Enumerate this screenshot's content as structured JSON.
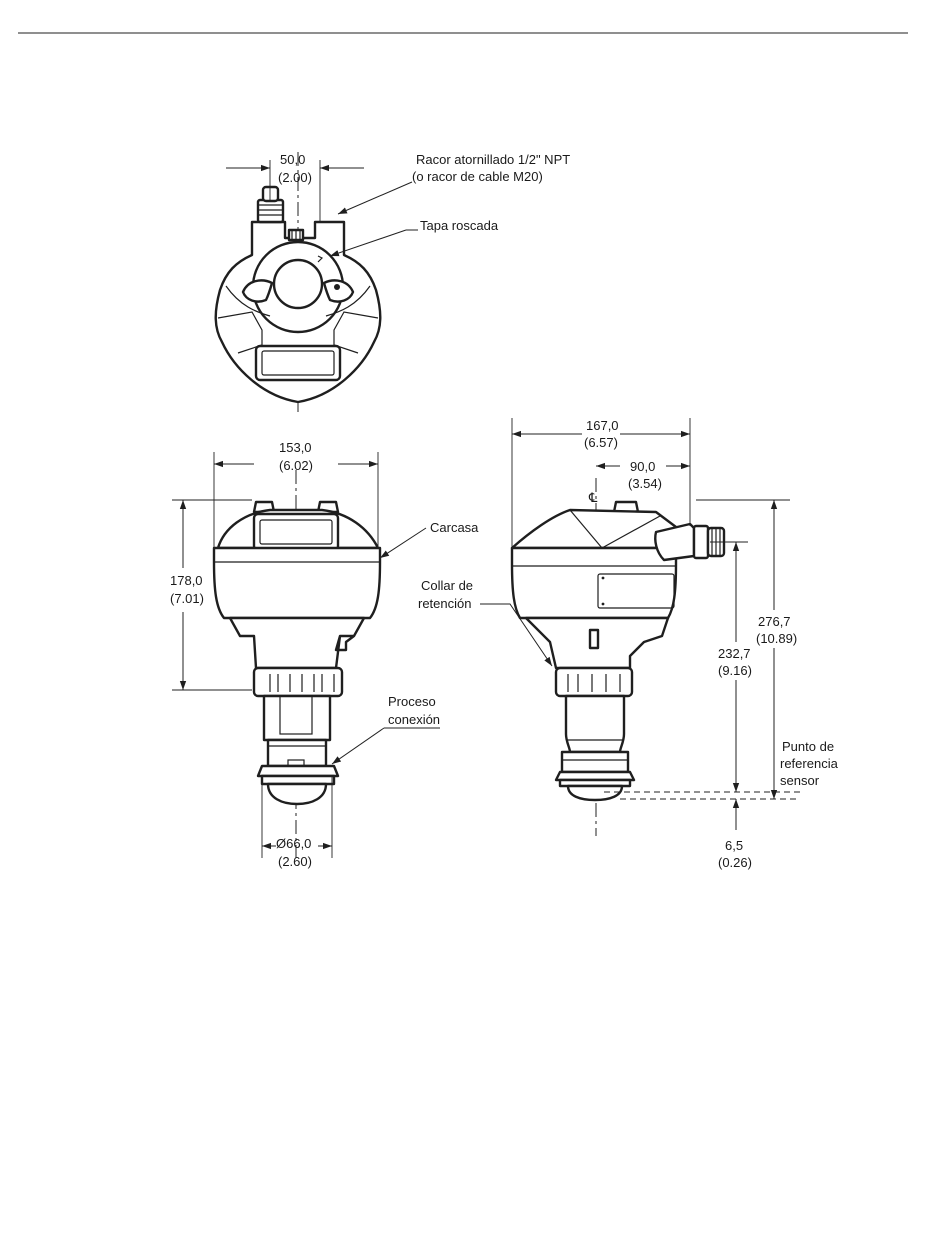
{
  "top_view": {
    "dim_width": "50,0",
    "dim_width_in": "(2.00)",
    "callout_fitting_line1": "Racor atornillado 1/2\" NPT",
    "callout_fitting_line2": "(o racor de cable M20)",
    "callout_lid": "Tapa roscada"
  },
  "front_view": {
    "dim_width": "153,0",
    "dim_width_in": "(6.02)",
    "dim_height": "178,0",
    "dim_height_in": "(7.01)",
    "callout_housing": "Carcasa",
    "callout_process_line1": "Proceso",
    "callout_process_line2": "conexión",
    "dim_diameter": "Ø66,0",
    "dim_diameter_in": "(2.60)"
  },
  "side_view": {
    "dim_width": "167,0",
    "dim_width_in": "(6.57)",
    "dim_offset": "90,0",
    "dim_offset_in": "(3.54)",
    "centerline_symbol": "℄",
    "callout_collar_line1": "Collar de",
    "callout_collar_line2": "retención",
    "dim_total_height": "276,7",
    "dim_total_height_in": "(10.89)",
    "dim_height": "232,7",
    "dim_height_in": "(9.16)",
    "callout_ref_line1": "Punto de",
    "callout_ref_line2": "referencia",
    "callout_ref_line3": "sensor",
    "dim_small": "6,5",
    "dim_small_in": "(0.26)"
  }
}
